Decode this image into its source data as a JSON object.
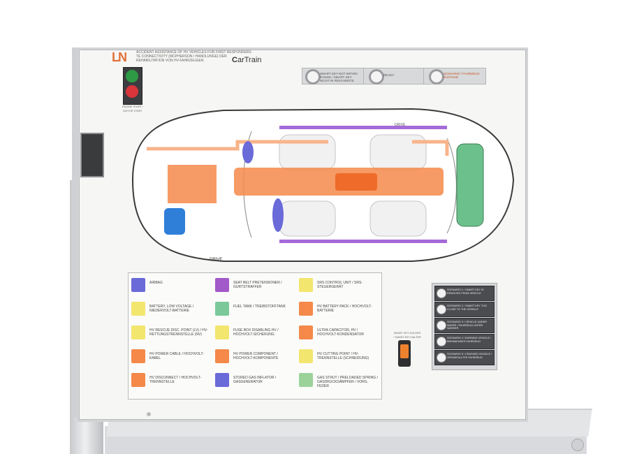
{
  "header": {
    "logo": "LN",
    "line1": "ACCIDENT ASSISTANCE OF HV VEHICLES FOR FIRST RESPONDERS",
    "line2": "TE CONNECTIVITY (MCPHERSON / HANDLUNGE) DER REHABILITATION VON HV-FAHRZEUGEN",
    "brand_prefix": "C",
    "brand": "arTrain"
  },
  "indicators": [
    {
      "label": "SMART KEY NOT WITHIN RANGE / SMART KEY NICHT IN REICHWEITE"
    },
    {
      "label": "READY"
    },
    {
      "label": "SCENARIO / FAHRZEUG ZUSTAND"
    }
  ],
  "car_labels": {
    "drive_top": "DRIVE",
    "drive_bottom": "DRIVE"
  },
  "legend": {
    "items": [
      {
        "label": "AIRBAG",
        "color": "#6a6ad9"
      },
      {
        "label": "SEAT BELT PRETENSIONER / GURTSTRAFFER",
        "color": "#a259c9"
      },
      {
        "label": "SRS CONTROL UNIT / SRS-STEUERGERÄT",
        "color": "#f2e66e"
      },
      {
        "label": "BATTERY, LOW VOLTAGE / NIEDERVOLT-BATTERIE",
        "color": "#f2e66e"
      },
      {
        "label": "FUEL TANK / TREIBSTOFFTANK",
        "color": "#7bc99a"
      },
      {
        "label": "HV BATTERY PACK / HOCHVOLT-BATTERIE",
        "color": "#f4894a"
      },
      {
        "label": "HV RESCUE DISC. POINT (LV) / HV-RETTUNGSTRENNSTELLE (NV)",
        "color": "#f2e66e"
      },
      {
        "label": "FUSE BOX DISABLING HV / HOCHVOLT-SICHERUNG",
        "color": "#f2e66e"
      },
      {
        "label": "ULTRA CAPACITOR, HV / HOCHVOLT-KONDENSATOR",
        "color": "#f4894a"
      },
      {
        "label": "HV POWER CABLE / HOCHVOLT-KABEL",
        "color": "#f4894a"
      },
      {
        "label": "HV POWER COMPONENT / HOCHVOLT-KOMPONENTE",
        "color": "#f4894a"
      },
      {
        "label": "HV CUTTING POINT / HV-TRENNSTELLE (SCHNEIDUNG)",
        "color": "#f2e66e"
      },
      {
        "label": "HV DISCONNECT / HOCHVOLT-TRENNSTELLE",
        "color": "#f4894a"
      },
      {
        "label": "STORED GAS INFLATOR / GASGENERATOR",
        "color": "#6a6ad9"
      },
      {
        "label": "GAS STRUT / PRELOADED SPRING / GASDRUCKDÄMPFER / VORG. FEDER",
        "color": "#9bd29a"
      }
    ]
  },
  "scenarios": [
    {
      "label": "SCENARIO 1 / SMART KEY IS REMOVED FROM VEHICLE"
    },
    {
      "label": "SCENARIO 2 / SMART KEY TOO CLOSE TO THE VEHICLE"
    },
    {
      "label": "SCENARIO 3 / VEHICLE UNDER WATER / FAHRZEUG UNTER WASSER"
    },
    {
      "label": "SCENARIO 4 / BURNING VEHICLE / BRENNENDES FAHRZEUG"
    },
    {
      "label": "SCENARIO 5 / CRASHED VEHICLE / VERUNFALLTES FAHRZEUG"
    }
  ],
  "smart_key": {
    "label": "SMART KEY HOLDER / SMART-KEY-HALTER"
  },
  "key_switch": {
    "label": "ENGINE START / MOTOR START"
  },
  "colors": {
    "hv_orange": "#f4894a",
    "airbag_blue": "#6a6ad9",
    "belt_purple": "#a259c9",
    "fuel_green": "#6cc08c",
    "low_voltage_yellow": "#f2e66e"
  }
}
